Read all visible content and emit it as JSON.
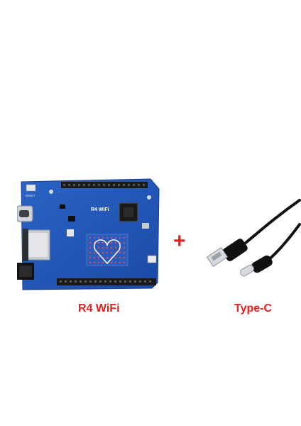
{
  "products": {
    "board": {
      "board_silkscreen": "R4 WiFi",
      "reset_silkscreen": "RESET",
      "caption": "R4 WiFi"
    },
    "cable": {
      "caption": "Type-C"
    },
    "separator": "+"
  },
  "colors": {
    "caption": "#e8211f",
    "pcb": "#2056b8",
    "cable": "#111111",
    "background": "#ffffff"
  }
}
